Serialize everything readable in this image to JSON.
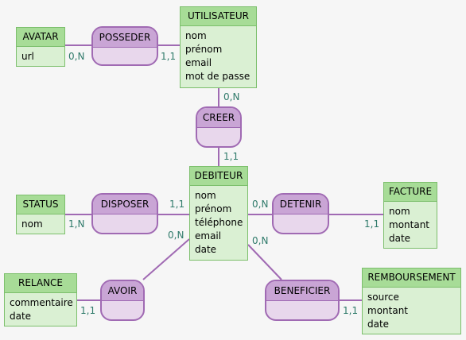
{
  "entities": {
    "avatar": {
      "name": "AVATAR",
      "attributes": [
        "url"
      ]
    },
    "utilisateur": {
      "name": "UTILISATEUR",
      "attributes": [
        "nom",
        "prénom",
        "email",
        "mot de passe"
      ]
    },
    "debiteur": {
      "name": "DEBITEUR",
      "attributes": [
        "nom",
        "prénom",
        "téléphone",
        "email",
        "date"
      ]
    },
    "status": {
      "name": "STATUS",
      "attributes": [
        "nom"
      ]
    },
    "facture": {
      "name": "FACTURE",
      "attributes": [
        "nom",
        "montant",
        "date"
      ]
    },
    "relance": {
      "name": "RELANCE",
      "attributes": [
        "commentaire",
        "date"
      ]
    },
    "remboursement": {
      "name": "REMBOURSEMENT",
      "attributes": [
        "source",
        "montant",
        "date"
      ]
    }
  },
  "associations": {
    "posseder": "POSSEDER",
    "creer": "CREER",
    "disposer": "DISPOSER",
    "detenir": "DETENIR",
    "avoir": "AVOIR",
    "beneficier": "BENEFICIER"
  },
  "cardinalities": {
    "avatar_posseder": "0,N",
    "utilisateur_posseder": "1,1",
    "utilisateur_creer": "0,N",
    "debiteur_creer": "1,1",
    "status_disposer": "1,N",
    "debiteur_disposer": "1,1",
    "debiteur_detenir": "0,N",
    "facture_detenir": "1,1",
    "debiteur_avoir": "0,N",
    "relance_avoir": "1,1",
    "debiteur_beneficier": "0,N",
    "remboursement_beneficier": "1,1"
  },
  "colors": {
    "entity_fill": "#daf0d3",
    "entity_header": "#a7dc97",
    "entity_border": "#7cbf6c",
    "assoc_fill": "#e8d7ec",
    "assoc_header": "#c9a5d5",
    "assoc_border": "#a06ab3",
    "cardinality_text": "#2f7a6a"
  }
}
